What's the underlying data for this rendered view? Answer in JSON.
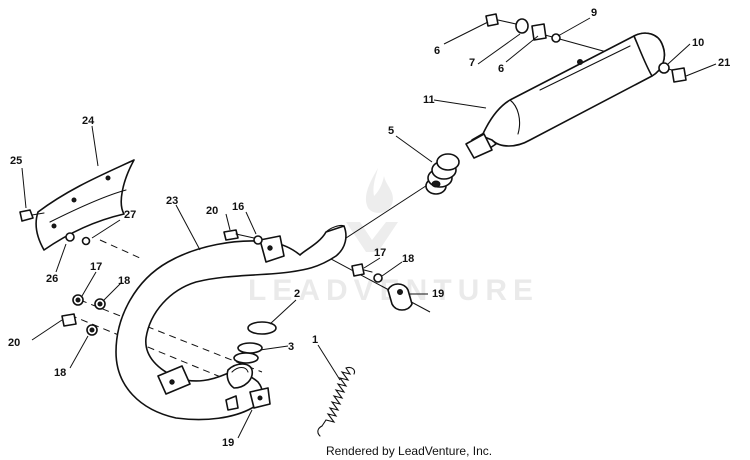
{
  "credit": "Rendered by LeadVenture, Inc.",
  "watermark": "LEADVENTURE",
  "callouts": [
    {
      "id": "1",
      "text": "1"
    },
    {
      "id": "2",
      "text": "2"
    },
    {
      "id": "3",
      "text": "3"
    },
    {
      "id": "5",
      "text": "5"
    },
    {
      "id": "6a",
      "text": "6"
    },
    {
      "id": "6b",
      "text": "6"
    },
    {
      "id": "7",
      "text": "7"
    },
    {
      "id": "9",
      "text": "9"
    },
    {
      "id": "10",
      "text": "10"
    },
    {
      "id": "11",
      "text": "11"
    },
    {
      "id": "16",
      "text": "16"
    },
    {
      "id": "17a",
      "text": "17"
    },
    {
      "id": "17b",
      "text": "17"
    },
    {
      "id": "18a",
      "text": "18"
    },
    {
      "id": "18b",
      "text": "18"
    },
    {
      "id": "18c",
      "text": "18"
    },
    {
      "id": "19a",
      "text": "19"
    },
    {
      "id": "19b",
      "text": "19"
    },
    {
      "id": "20a",
      "text": "20"
    },
    {
      "id": "20b",
      "text": "20"
    },
    {
      "id": "21",
      "text": "21"
    },
    {
      "id": "23",
      "text": "23"
    },
    {
      "id": "24",
      "text": "24"
    },
    {
      "id": "25",
      "text": "25"
    },
    {
      "id": "26",
      "text": "26"
    },
    {
      "id": "27",
      "text": "27"
    }
  ]
}
